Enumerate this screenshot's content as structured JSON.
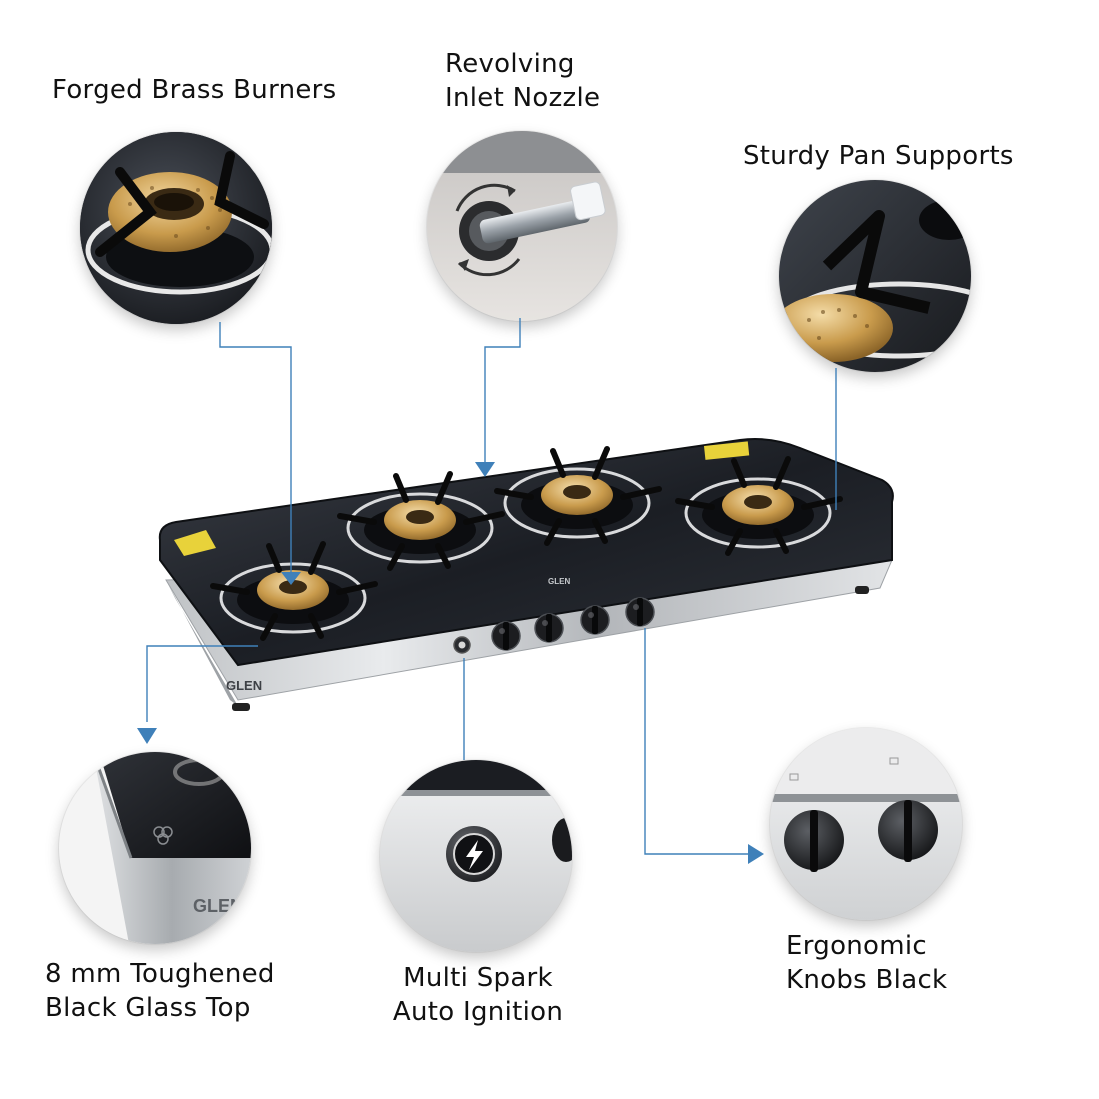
{
  "features": {
    "burners": {
      "lines": [
        "Forged Brass Burners"
      ],
      "icon": "brass-burner-closeup"
    },
    "nozzle": {
      "lines": [
        "Revolving",
        "Inlet Nozzle"
      ],
      "icon": "revolving-nozzle-closeup"
    },
    "supports": {
      "lines": [
        "Sturdy Pan Supports"
      ],
      "icon": "pan-support-closeup"
    },
    "glass": {
      "lines": [
        "8 mm Toughened",
        "Black Glass Top"
      ],
      "icon": "glass-top-closeup"
    },
    "ignition": {
      "lines": [
        "Multi Spark",
        "Auto Ignition"
      ],
      "icon": "ignition-button-closeup"
    },
    "knobs": {
      "lines": [
        "Ergonomic",
        "Knobs Black"
      ],
      "icon": "knobs-closeup"
    }
  },
  "product": {
    "brand": "GLEN",
    "burner_count": 4,
    "knob_count": 4
  },
  "colors": {
    "connector": "#3f80b9",
    "brass": "#c79a4a",
    "glass": "#1b1e24",
    "steel": "#b9bcbf"
  }
}
